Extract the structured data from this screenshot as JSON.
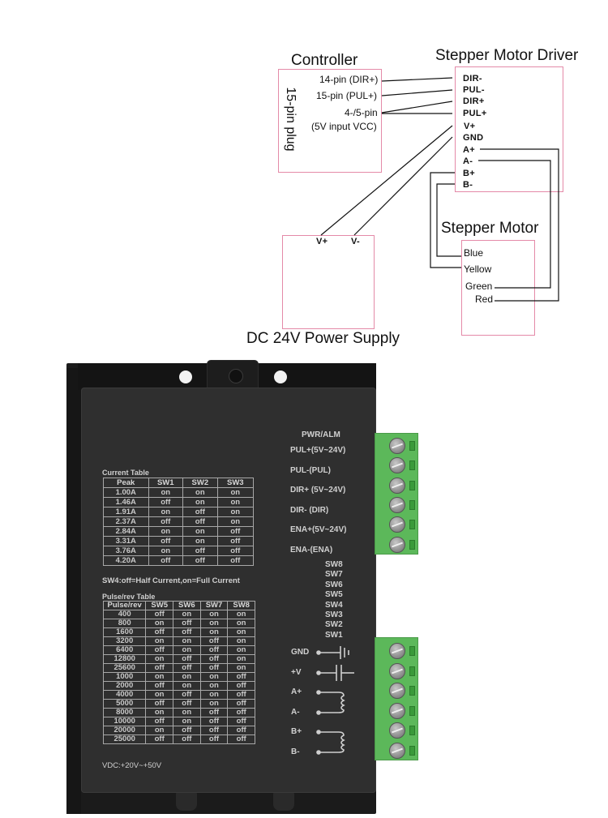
{
  "diagram": {
    "controller": {
      "title": "Controller",
      "plug_label": "15-pin plug",
      "pins": [
        {
          "label": "14-pin (DIR+)"
        },
        {
          "label": "15-pin (PUL+)"
        },
        {
          "label": "4-/5-pin"
        },
        {
          "label": "(5V input VCC)"
        }
      ]
    },
    "driver": {
      "title": "Stepper Motor Driver",
      "pins": [
        "DIR-",
        "PUL-",
        "DIR+",
        "PUL+",
        "V+",
        "GND",
        "A+",
        "A-",
        "B+",
        "B-"
      ]
    },
    "power_supply": {
      "title": "DC 24V Power Supply",
      "pins": [
        "V+",
        "V-"
      ]
    },
    "motor": {
      "title": "Stepper Motor",
      "wires": [
        "Blue",
        "Yellow",
        "Green",
        "Red"
      ]
    },
    "connections": [
      {
        "from": "14-pin (DIR+)",
        "to": "DIR-"
      },
      {
        "from": "15-pin (PUL+)",
        "to": "PUL-"
      },
      {
        "from": "4-/5-pin",
        "to": "DIR+"
      },
      {
        "from": "4-/5-pin",
        "to": "PUL+"
      },
      {
        "from": "V+ (supply)",
        "to": "V+"
      },
      {
        "from": "V- (supply)",
        "to": "GND"
      },
      {
        "from": "A+",
        "to": "Red"
      },
      {
        "from": "A-",
        "to": "Green"
      },
      {
        "from": "B+",
        "to": "Yellow"
      },
      {
        "from": "B-",
        "to": "Blue"
      }
    ]
  },
  "device": {
    "current_table": {
      "title": "Current Table",
      "headers": [
        "Peak",
        "SW1",
        "SW2",
        "SW3"
      ],
      "rows": [
        [
          "1.00A",
          "on",
          "on",
          "on"
        ],
        [
          "1.46A",
          "off",
          "on",
          "on"
        ],
        [
          "1.91A",
          "on",
          "off",
          "on"
        ],
        [
          "2.37A",
          "off",
          "off",
          "on"
        ],
        [
          "2.84A",
          "on",
          "on",
          "off"
        ],
        [
          "3.31A",
          "off",
          "on",
          "off"
        ],
        [
          "3.76A",
          "on",
          "off",
          "off"
        ],
        [
          "4.20A",
          "off",
          "off",
          "off"
        ]
      ],
      "note": "SW4:off=Half Current,on=Full Current"
    },
    "pulse_table": {
      "title": "Pulse/rev Table",
      "headers": [
        "Pulse/rev",
        "SW5",
        "SW6",
        "SW7",
        "SW8"
      ],
      "rows": [
        [
          "400",
          "off",
          "on",
          "on",
          "on"
        ],
        [
          "800",
          "on",
          "off",
          "on",
          "on"
        ],
        [
          "1600",
          "off",
          "off",
          "on",
          "on"
        ],
        [
          "3200",
          "on",
          "on",
          "off",
          "on"
        ],
        [
          "6400",
          "off",
          "on",
          "off",
          "on"
        ],
        [
          "12800",
          "on",
          "off",
          "off",
          "on"
        ],
        [
          "25600",
          "off",
          "off",
          "off",
          "on"
        ],
        [
          "1000",
          "on",
          "on",
          "on",
          "off"
        ],
        [
          "2000",
          "off",
          "on",
          "on",
          "off"
        ],
        [
          "4000",
          "on",
          "off",
          "on",
          "off"
        ],
        [
          "5000",
          "off",
          "off",
          "on",
          "off"
        ],
        [
          "8000",
          "on",
          "on",
          "off",
          "off"
        ],
        [
          "10000",
          "off",
          "on",
          "off",
          "off"
        ],
        [
          "20000",
          "on",
          "off",
          "off",
          "off"
        ],
        [
          "25000",
          "off",
          "off",
          "off",
          "off"
        ]
      ]
    },
    "vdc": "VDC:+20V~+50V",
    "signal_header": "PWR/ALM",
    "signal_terminals": [
      "PUL+(5V~24V)",
      "PUL-(PUL)",
      "DIR+ (5V~24V)",
      "DIR- (DIR)",
      "ENA+(5V~24V)",
      "ENA-(ENA)"
    ],
    "switches": [
      "SW8",
      "SW7",
      "SW6",
      "SW5",
      "SW4",
      "SW3",
      "SW2",
      "SW1"
    ],
    "power_terminals": [
      "GND",
      "+V",
      "A+",
      "A-",
      "B+",
      "B-"
    ],
    "colors": {
      "terminal_green": "#5cb85a",
      "box_outline": "#e48aa8",
      "housing": "#2f2f2f"
    }
  }
}
